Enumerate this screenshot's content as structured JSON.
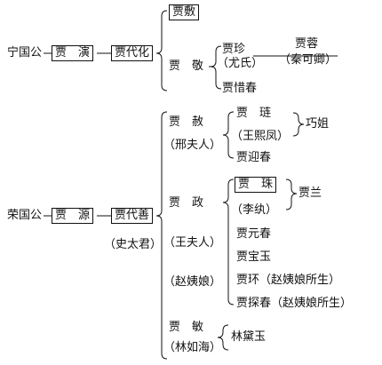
{
  "ning": {
    "founder": "宁国公",
    "gen1": "贾　演",
    "gen2": "贾代化",
    "jingfu": "贾敷",
    "jing": "贾　敬",
    "zhen": "贾珍",
    "zhen_wife": "（尤氏）",
    "rong": "贾蓉",
    "rong_wife": "（秦可卿）",
    "xichun": "贾惜春"
  },
  "rong": {
    "founder": "荣国公",
    "gen1": "贾　源",
    "gen2": "贾代善",
    "gen2_wife": "（史太君）",
    "she": "贾　赦",
    "she_wife": "（邢夫人）",
    "lian": "贾　琏",
    "lian_wife": "（王熙凤）",
    "qiaojie": "巧姐",
    "yingchun": "贾迎春",
    "zheng": "贾　政",
    "zheng_wife": "（王夫人）",
    "zheng_concubine": "（赵姨娘）",
    "zhu": "贾　珠",
    "zhu_wife": "（李纨）",
    "jialan": "贾兰",
    "yuanchun": "贾元春",
    "baoyu": "贾宝玉",
    "huan": "贾环（赵姨娘所生）",
    "tanchun": "贾探春（赵姨娘所生）",
    "min": "贾　敏",
    "min_husband": "（林如海）",
    "daiyu": "林黛玉"
  }
}
